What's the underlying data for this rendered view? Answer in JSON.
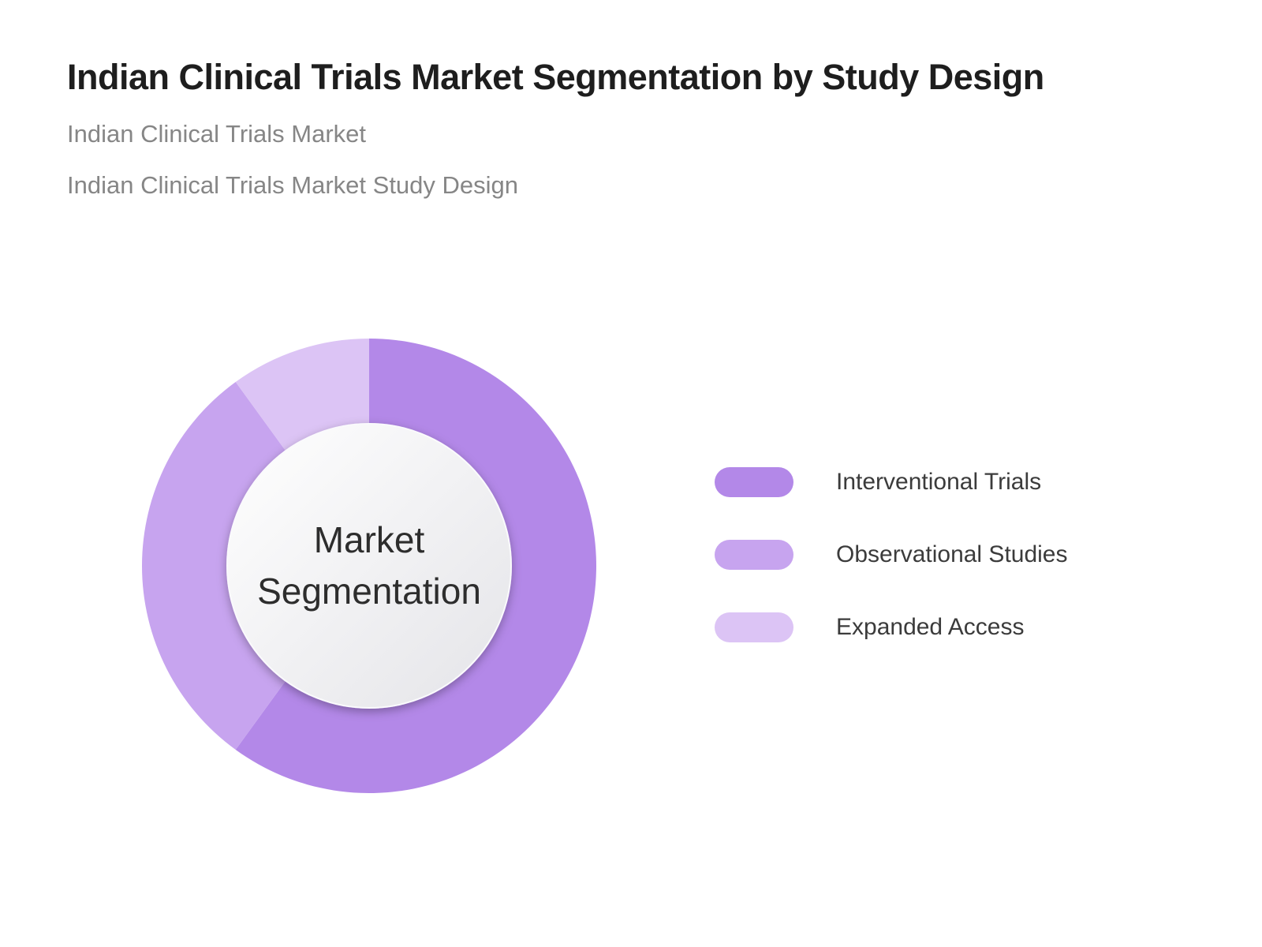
{
  "page": {
    "title": "Indian Clinical Trials Market Segmentation by Study Design",
    "subtitle1": "Indian Clinical Trials Market",
    "subtitle2": "Indian Clinical Trials Market Study Design"
  },
  "chart_data": {
    "type": "pie",
    "variant": "donut",
    "title": "Indian Clinical Trials Market Segmentation by Study Design",
    "center_label": [
      "Market",
      "Segmentation"
    ],
    "categories": [
      "Interventional Trials",
      "Observational Studies",
      "Expanded Access"
    ],
    "values": [
      60,
      30,
      10
    ],
    "values_note": "percent share estimated from arc angles; no numeric labels shown",
    "colors": [
      "#b388e8",
      "#c7a4ef",
      "#dcc4f5"
    ],
    "start_angle_deg": 0,
    "direction": "clockwise",
    "legend_position": "right",
    "inner_circle_gradient": [
      "#ffffff",
      "#e4e4e8"
    ],
    "text_colors": {
      "title": "#1e1e1e",
      "subtitle": "#868686",
      "center": "#2d2d2d",
      "legend": "#3b3b3b"
    }
  }
}
